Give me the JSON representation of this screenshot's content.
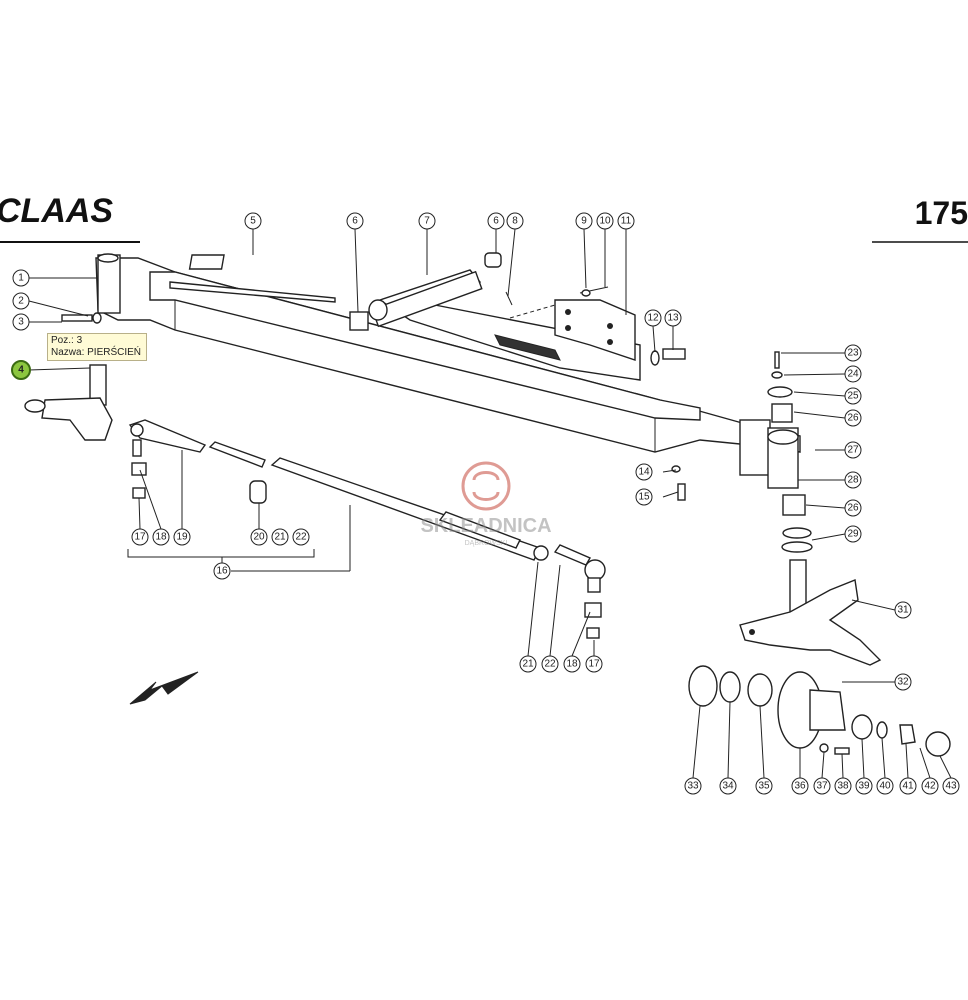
{
  "header": {
    "brand": "CLAAS",
    "page_number": "175"
  },
  "watermark": {
    "name": "SKLEADNICA",
    "sub": "DĄBROWSKI"
  },
  "tooltip": {
    "line1": "Poz.: 3",
    "line2": "Nazwa: PIERŚCIEŃ"
  },
  "callouts": [
    {
      "id": "c1",
      "label": "1"
    },
    {
      "id": "c2",
      "label": "2"
    },
    {
      "id": "c3",
      "label": "3"
    },
    {
      "id": "c4",
      "label": "4",
      "active": true
    },
    {
      "id": "c5",
      "label": "5"
    },
    {
      "id": "c6a",
      "label": "6"
    },
    {
      "id": "c7",
      "label": "7"
    },
    {
      "id": "c6b",
      "label": "6"
    },
    {
      "id": "c8",
      "label": "8"
    },
    {
      "id": "c9",
      "label": "9"
    },
    {
      "id": "c10",
      "label": "10"
    },
    {
      "id": "c11",
      "label": "11"
    },
    {
      "id": "c12",
      "label": "12"
    },
    {
      "id": "c13",
      "label": "13"
    },
    {
      "id": "c14",
      "label": "14"
    },
    {
      "id": "c15",
      "label": "15"
    },
    {
      "id": "c16",
      "label": "16"
    },
    {
      "id": "c17a",
      "label": "17"
    },
    {
      "id": "c18a",
      "label": "18"
    },
    {
      "id": "c19",
      "label": "19"
    },
    {
      "id": "c20",
      "label": "20"
    },
    {
      "id": "c21a",
      "label": "21"
    },
    {
      "id": "c22a",
      "label": "22"
    },
    {
      "id": "c21b",
      "label": "21"
    },
    {
      "id": "c22b",
      "label": "22"
    },
    {
      "id": "c18b",
      "label": "18"
    },
    {
      "id": "c17b",
      "label": "17"
    },
    {
      "id": "c23",
      "label": "23"
    },
    {
      "id": "c24",
      "label": "24"
    },
    {
      "id": "c25",
      "label": "25"
    },
    {
      "id": "c26a",
      "label": "26"
    },
    {
      "id": "c27",
      "label": "27"
    },
    {
      "id": "c28",
      "label": "28"
    },
    {
      "id": "c26b",
      "label": "26"
    },
    {
      "id": "c29",
      "label": "29"
    },
    {
      "id": "c31",
      "label": "31"
    },
    {
      "id": "c32",
      "label": "32"
    },
    {
      "id": "c33",
      "label": "33"
    },
    {
      "id": "c34",
      "label": "34"
    },
    {
      "id": "c35",
      "label": "35"
    },
    {
      "id": "c36",
      "label": "36"
    },
    {
      "id": "c37",
      "label": "37"
    },
    {
      "id": "c38",
      "label": "38"
    },
    {
      "id": "c39",
      "label": "39"
    },
    {
      "id": "c40",
      "label": "40"
    },
    {
      "id": "c41",
      "label": "41"
    },
    {
      "id": "c42",
      "label": "42"
    },
    {
      "id": "c43",
      "label": "43"
    }
  ],
  "colors": {
    "highlight": "#8cc63f",
    "tooltip_bg": "#fffbd6",
    "watermark": "#c0392b"
  }
}
